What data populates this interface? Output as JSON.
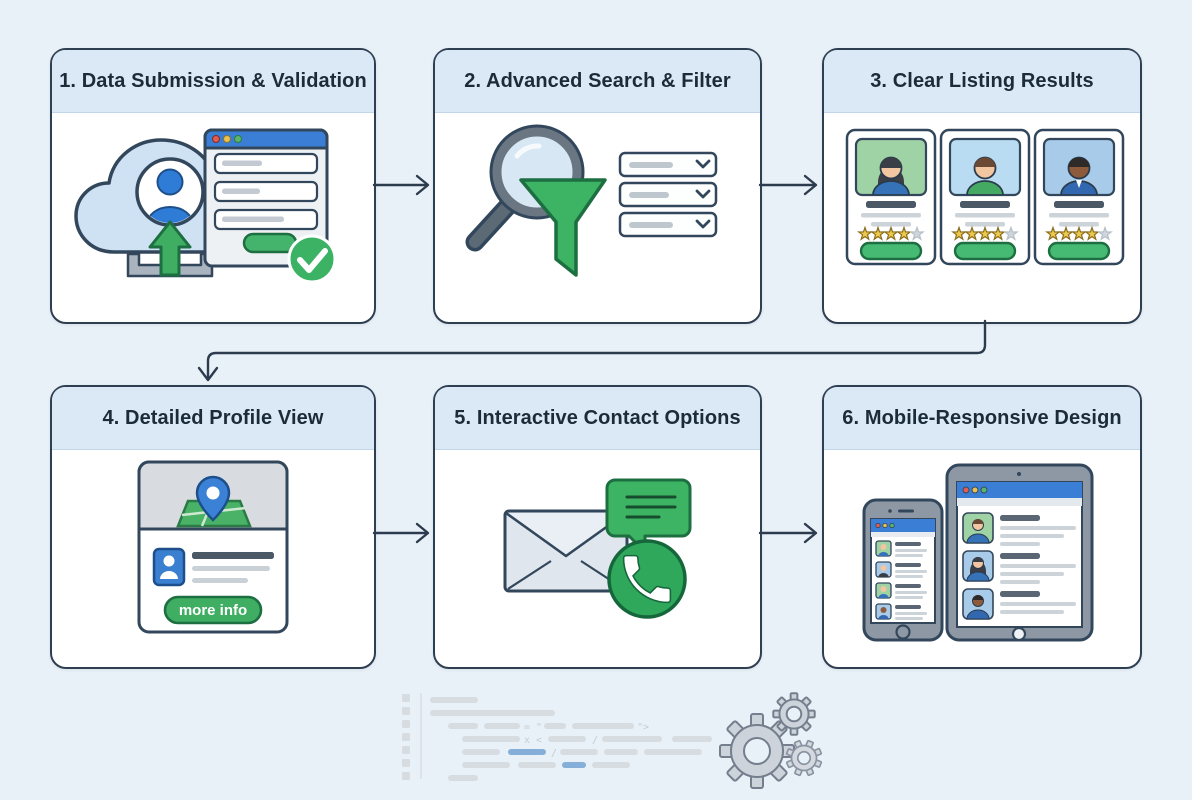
{
  "page": {
    "background": "#e9f1f8"
  },
  "flow": {
    "cards": [
      {
        "step": "1",
        "title": "1. Data Submission & Validation"
      },
      {
        "step": "2",
        "title": "2. Advanced Search & Filter"
      },
      {
        "step": "3",
        "title": "3. Clear Listing Results"
      },
      {
        "step": "4",
        "title": "4. Detailed Profile View"
      },
      {
        "step": "5",
        "title": "5. Interactive Contact Options"
      },
      {
        "step": "6",
        "title": "6. Mobile-Responsive Design"
      }
    ]
  },
  "profile_view": {
    "more_info_label": "more info"
  },
  "listing_results": {
    "profiles": [
      {
        "rating_filled": 4,
        "rating_total": 5
      },
      {
        "rating_filled": 4,
        "rating_total": 5
      },
      {
        "rating_filled": 4,
        "rating_total": 5
      }
    ]
  },
  "colors": {
    "accent_green": "#3fae63",
    "accent_blue": "#3a7fd5",
    "card_border": "#2e3f52",
    "header_band": "#dbe8f6",
    "star_gold": "#ecc94b",
    "star_empty": "#cfd6dc"
  },
  "decoration": {
    "code_tokens": {
      "assign": "= \"",
      "close": "\">",
      "tag": "x <",
      "slash1": "/",
      "slash2": "/"
    }
  }
}
